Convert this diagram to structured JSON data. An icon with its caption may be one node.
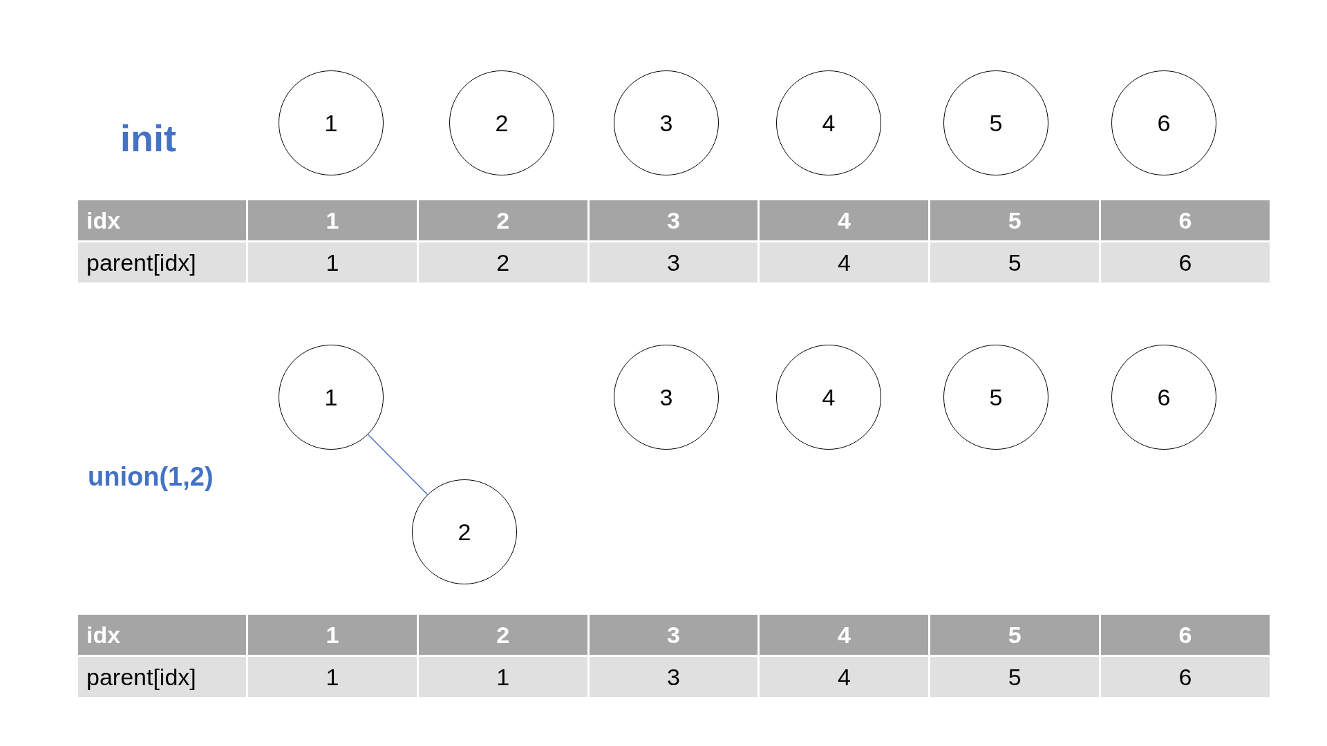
{
  "diagram": {
    "nodes": [
      {
        "text": [
          "1"
        ]
      },
      {
        "text": [
          "2"
        ]
      },
      {
        "text": [
          "3"
        ]
      },
      {
        "text": [
          "4"
        ]
      },
      {
        "text": [
          "5"
        ]
      },
      {
        "text": [
          "6"
        ]
      },
      {
        "text": [
          "1"
        ]
      },
      {
        "text": [
          "3"
        ]
      },
      {
        "text": [
          "4"
        ]
      },
      {
        "text": [
          "5"
        ]
      },
      {
        "text": [
          "6"
        ]
      },
      {
        "text": [
          "2"
        ]
      }
    ],
    "edges": [
      {
        "from": 6,
        "to": 11,
        "arrow": "none",
        "color": "#4472c4"
      }
    ],
    "labels": [
      "init",
      "idx",
      "1",
      "2",
      "3",
      "4",
      "5",
      "6",
      "parent[idx]",
      "1",
      "2",
      "3",
      "4",
      "5",
      "6",
      "union(1,2)",
      "idx",
      "1",
      "2",
      "3",
      "4",
      "5",
      "6",
      "parent[idx]",
      "1",
      "1",
      "3",
      "4",
      "5",
      "6"
    ]
  }
}
